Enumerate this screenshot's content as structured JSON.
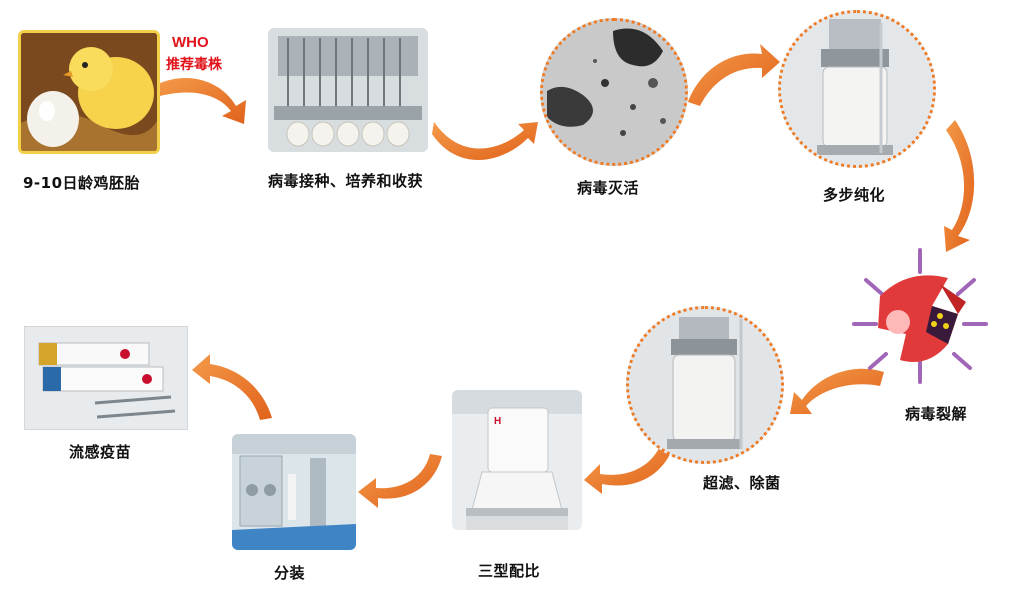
{
  "who_label": "WHO",
  "who_sub": "推荐毒株",
  "steps": [
    {
      "label": "9-10日龄鸡胚胎",
      "icon": "chick-egg-photo"
    },
    {
      "label": "病毒接种、培养和收获",
      "icon": "egg-inoculation-machine-photo"
    },
    {
      "label": "病毒灭活",
      "icon": "virus-micrograph-photo"
    },
    {
      "label": "多步纯化",
      "icon": "purification-tank-photo"
    },
    {
      "label": "病毒裂解",
      "icon": "split-virus-illustration"
    },
    {
      "label": "超滤、除菌",
      "icon": "ultrafiltration-tank-photo"
    },
    {
      "label": "三型配比",
      "icon": "mixing-tank-photo"
    },
    {
      "label": "分装",
      "icon": "filling-room-photo"
    },
    {
      "label": "流感疫苗",
      "icon": "vaccine-box-photo"
    }
  ],
  "arrow_color": "#ef7a24",
  "who_color": "#e1141b"
}
